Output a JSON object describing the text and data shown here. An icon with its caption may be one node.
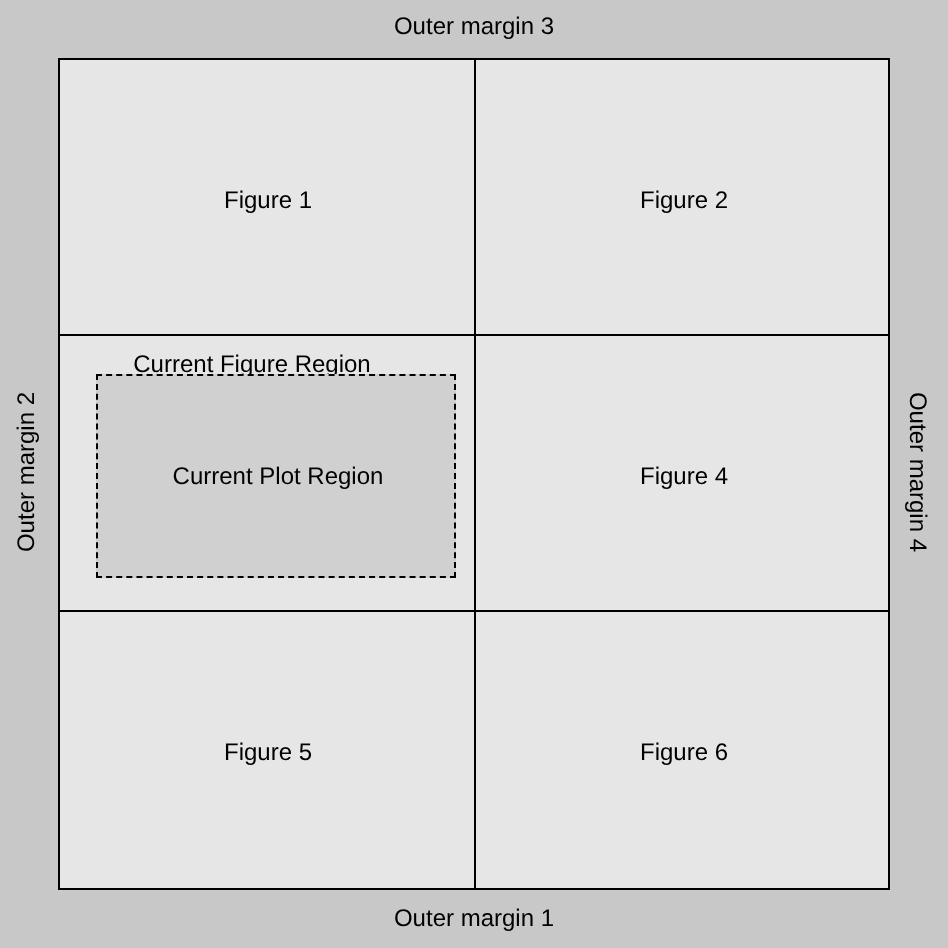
{
  "diagram": {
    "nodes": [
      {
        "text": [
          "Figure 1"
        ]
      },
      {
        "text": [
          "Figure 2"
        ]
      },
      {
        "text": [
          "Current Figure Region"
        ]
      },
      {
        "text": [
          "Current Plot Region"
        ],
        "in": 2
      },
      {
        "text": [
          "Figure 4"
        ]
      },
      {
        "text": [
          "Figure 5"
        ]
      },
      {
        "text": [
          "Figure 6"
        ]
      }
    ],
    "labels": [
      "Outer margin 3",
      "Outer margin 2",
      "Outer margin 4",
      "Outer margin 1"
    ]
  }
}
